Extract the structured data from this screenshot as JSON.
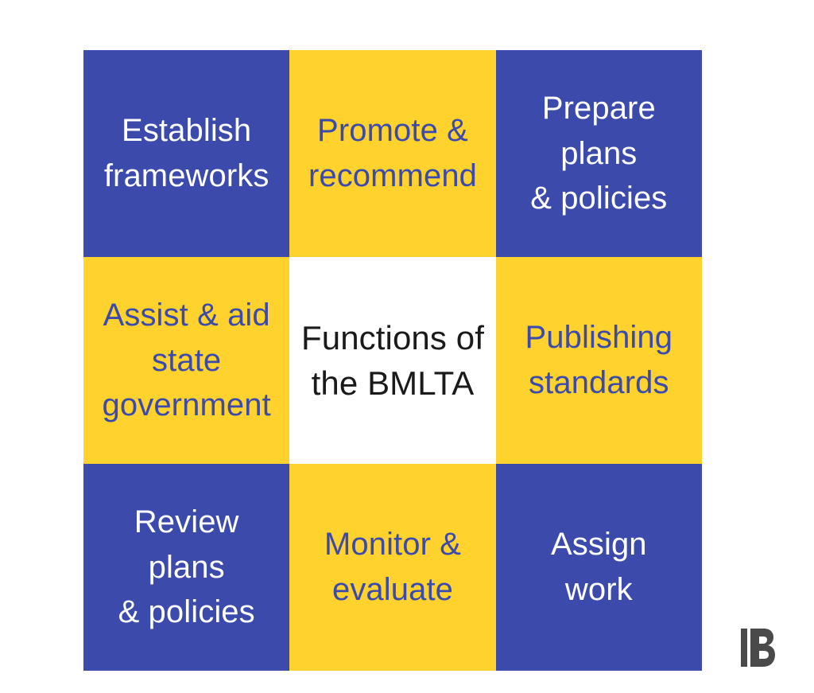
{
  "graphic": {
    "type": "3x3-matrix-infographic",
    "center_title": "Functions of\nthe BMLTA",
    "colors": {
      "blue": "#3b4aab",
      "yellow": "#ffd22e",
      "white": "#ffffff",
      "blue_text": "#3b4aab",
      "white_text": "#ffffff",
      "center_text": "#1a1a1a",
      "logo": "#4a4a4a",
      "background": "#ffffff"
    },
    "cells": [
      {
        "id": "r1c1",
        "row": 1,
        "col": 1,
        "text": "Establish\nframeworks",
        "fill": "blue",
        "text_color": "white"
      },
      {
        "id": "r1c2",
        "row": 1,
        "col": 2,
        "text": "Promote &\nrecommend",
        "fill": "yellow",
        "text_color": "blue"
      },
      {
        "id": "r1c3",
        "row": 1,
        "col": 3,
        "text": "Prepare plans\n& policies",
        "fill": "blue",
        "text_color": "white"
      },
      {
        "id": "r2c1",
        "row": 2,
        "col": 1,
        "text": "Assist & aid\nstate\ngovernment",
        "fill": "yellow",
        "text_color": "blue"
      },
      {
        "id": "r2c2",
        "row": 2,
        "col": 2,
        "text": "Functions of\nthe BMLTA",
        "fill": "white",
        "text_color": "black"
      },
      {
        "id": "r2c3",
        "row": 2,
        "col": 3,
        "text": "Publishing\nstandards",
        "fill": "yellow",
        "text_color": "blue"
      },
      {
        "id": "r3c1",
        "row": 3,
        "col": 1,
        "text": "Review plans\n& policies",
        "fill": "blue",
        "text_color": "white"
      },
      {
        "id": "r3c2",
        "row": 3,
        "col": 2,
        "text": "Monitor &\nevaluate",
        "fill": "yellow",
        "text_color": "blue"
      },
      {
        "id": "r3c3",
        "row": 3,
        "col": 3,
        "text": "Assign\nwork",
        "fill": "blue",
        "text_color": "white"
      }
    ],
    "logo": {
      "name": "b-monogram-logo",
      "letter": "B"
    }
  }
}
